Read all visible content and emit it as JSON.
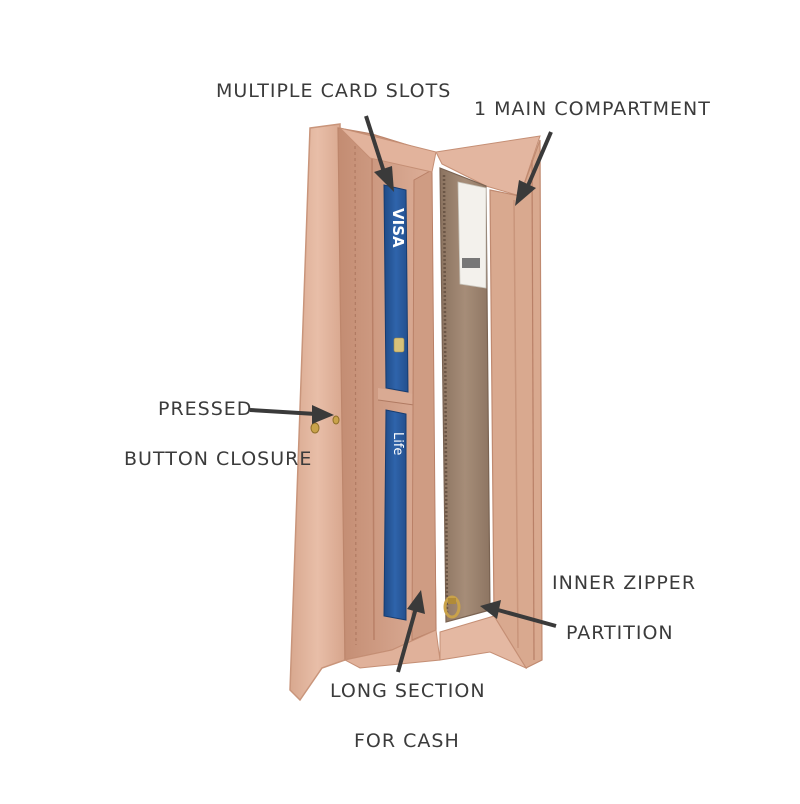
{
  "callouts": {
    "card_slots": "MULTIPLE CARD SLOTS",
    "main_compartment": "1 MAIN COMPARTMENT",
    "pressed": "PRESSED",
    "button_closure": "BUTTON CLOSURE",
    "inner_zipper": "INNER ZIPPER",
    "partition": "PARTITION",
    "long_section": "LONG SECTION",
    "for_cash": "FOR CASH"
  },
  "cards": {
    "card_1_brand": "VISA",
    "card_2_brand": "Life"
  },
  "colors": {
    "leather": "#e3b59e",
    "leather_dark": "#c99277",
    "leather_shadow": "#b98067",
    "lining": "#9a826e",
    "card_blue": "#2d5d9f",
    "arrow": "#3a3a3a",
    "hardware_gold": "#c9a24a"
  }
}
